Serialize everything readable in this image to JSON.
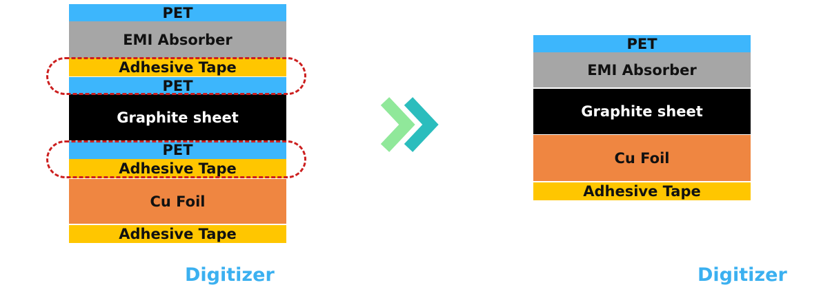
{
  "before": {
    "layers": [
      "PET",
      "EMI Absorber",
      "Adhesive Tape",
      "PET",
      "Graphite sheet",
      "PET",
      "Adhesive Tape",
      "Cu Foil",
      "Adhesive Tape"
    ],
    "caption": "Digitizer"
  },
  "after": {
    "layers": [
      "PET",
      "EMI Absorber",
      "Graphite sheet",
      "Cu Foil",
      "Adhesive Tape"
    ],
    "caption": "Digitizer"
  },
  "colors": {
    "pet": "#3DB6FC",
    "emi": "#A6A6A6",
    "adhesive": "#FFC600",
    "graphite": "#000000",
    "cu": "#EF8641",
    "highlight": "#CC1F1F",
    "arrow1": "#90E89A",
    "arrow2": "#2BBDBD",
    "caption": "#3BB0F0"
  }
}
